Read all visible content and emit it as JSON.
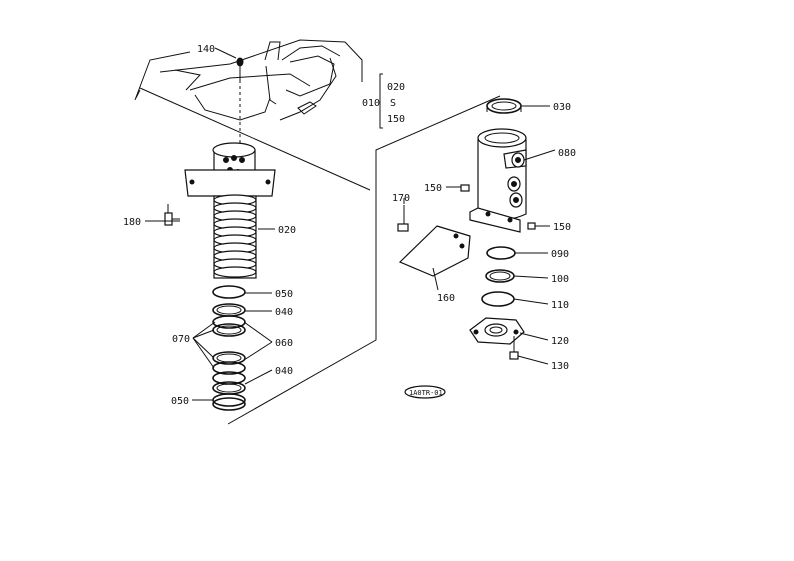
{
  "labels": {
    "l140": "140",
    "l180": "180",
    "l020": "020",
    "l050a": "050",
    "l040a": "040",
    "l070": "070",
    "l060": "060",
    "l040b": "040",
    "l050b": "050",
    "r020": "020",
    "r010": "010",
    "r_sep": "S",
    "r150": "150",
    "l030": "030",
    "l080": "080",
    "l150a": "150",
    "l170": "170",
    "l150b": "150",
    "l090": "090",
    "l100": "100",
    "l110": "110",
    "l160": "160",
    "l120": "120",
    "l130": "130",
    "stamp": "1A0TR-01"
  }
}
